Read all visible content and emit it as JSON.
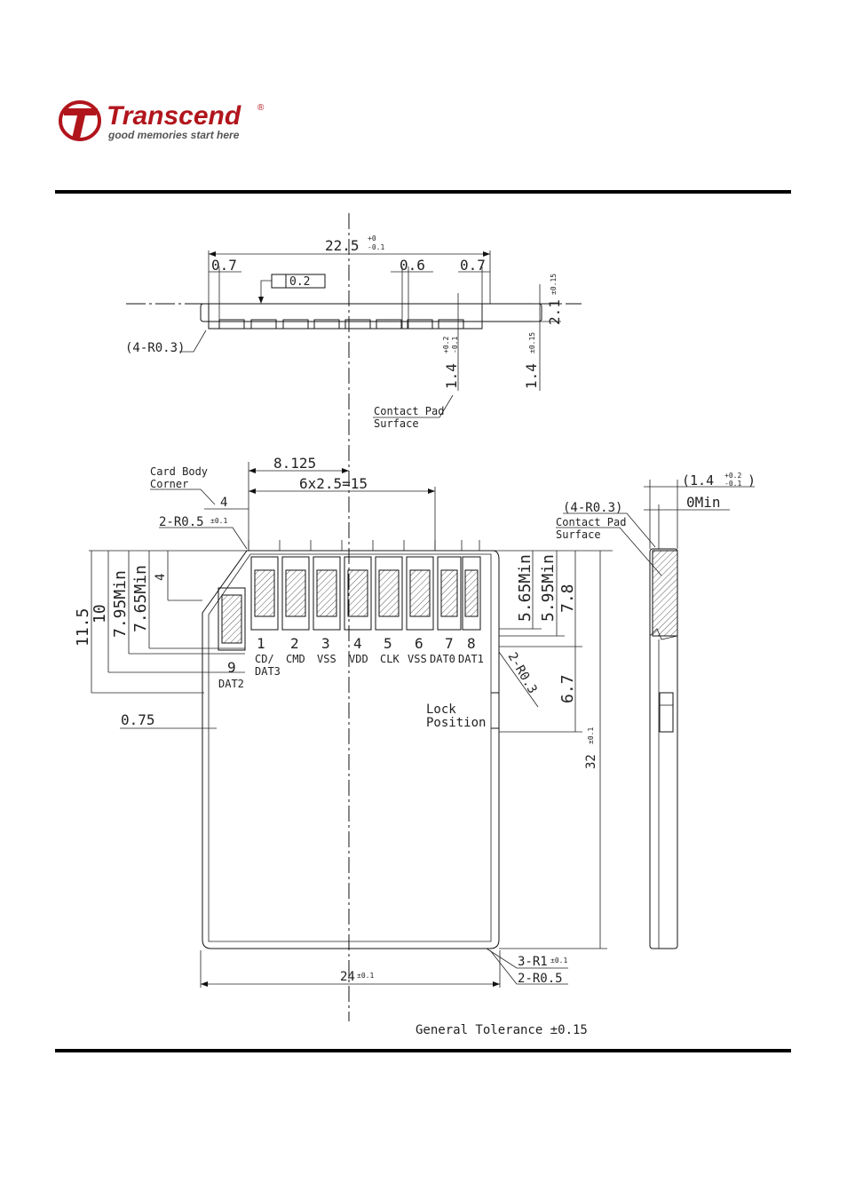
{
  "brand": {
    "name": "Transcend",
    "tagline": "good memories start here",
    "registered": "®",
    "color": "#b1151c",
    "tagline_color": "#555555"
  },
  "top_view": {
    "width_dim": "22.5",
    "width_tol_upper": "+0",
    "width_tol_lower": "-0.1",
    "left_gap": "0.7",
    "rib_width": "0.6",
    "right_gap": "0.7",
    "flatness": "0.2",
    "corner_radius": "(4-R0.3)",
    "thickness": "2.1",
    "thickness_tol": "±0.15",
    "pad_depth": "1.4",
    "pad_depth_tol_upper": "+0.2",
    "pad_depth_tol_lower": "-0.1",
    "rib_depth": "1.4",
    "rib_depth_tol": "±0.15",
    "contact_label_1": "Contact Pad",
    "contact_label_2": "Surface"
  },
  "front_view": {
    "corner_label_1": "Card Body",
    "corner_label_2": "Corner",
    "offset_a": "8.125",
    "pitch": "6x2.5=15",
    "offset_b": "4",
    "corner_radius": "2-R0.5",
    "corner_radius_tol": "±0.1",
    "dim_11_5": "11.5",
    "dim_10": "10",
    "dim_7_95": "7.95Min",
    "dim_7_65": "7.65Min",
    "dim_4": "4",
    "dim_0_75": "0.75",
    "dim_5_65": "5.65Min",
    "dim_5_95": "5.95Min",
    "dim_7_8": "7.8",
    "dim_6_7": "6.7",
    "height": "32",
    "height_tol": "±0.1",
    "inner_radius": "2-R0.3",
    "bottom_radius_1": "3-R1",
    "bottom_radius_1_tol": "±0.1",
    "bottom_radius_2": "2-R0.5",
    "width": "24",
    "width_tol": "±0.1",
    "lock_1": "Lock",
    "lock_2": "Position",
    "pins": [
      {
        "num": "1",
        "name": "CD/",
        "name2": "DAT3"
      },
      {
        "num": "2",
        "name": "CMD",
        "name2": ""
      },
      {
        "num": "3",
        "name": "VSS",
        "name2": ""
      },
      {
        "num": "4",
        "name": "VDD",
        "name2": ""
      },
      {
        "num": "5",
        "name": "CLK",
        "name2": ""
      },
      {
        "num": "6",
        "name": "VSS",
        "name2": ""
      },
      {
        "num": "7",
        "name": "DAT0",
        "name2": ""
      },
      {
        "num": "8",
        "name": "DAT1",
        "name2": ""
      },
      {
        "num": "9",
        "name": "DAT2",
        "name2": ""
      }
    ],
    "tolerance_note": "General Tolerance ±0.15"
  },
  "side_view": {
    "thickness": "(1.4",
    "thickness_tol_upper": "+0.2",
    "thickness_tol_lower": "-0.1",
    "thickness_close": ")",
    "min_label": "0Min",
    "corner_radius": "(4-R0.3)",
    "contact_label_1": "Contact Pad",
    "contact_label_2": "Surface"
  }
}
